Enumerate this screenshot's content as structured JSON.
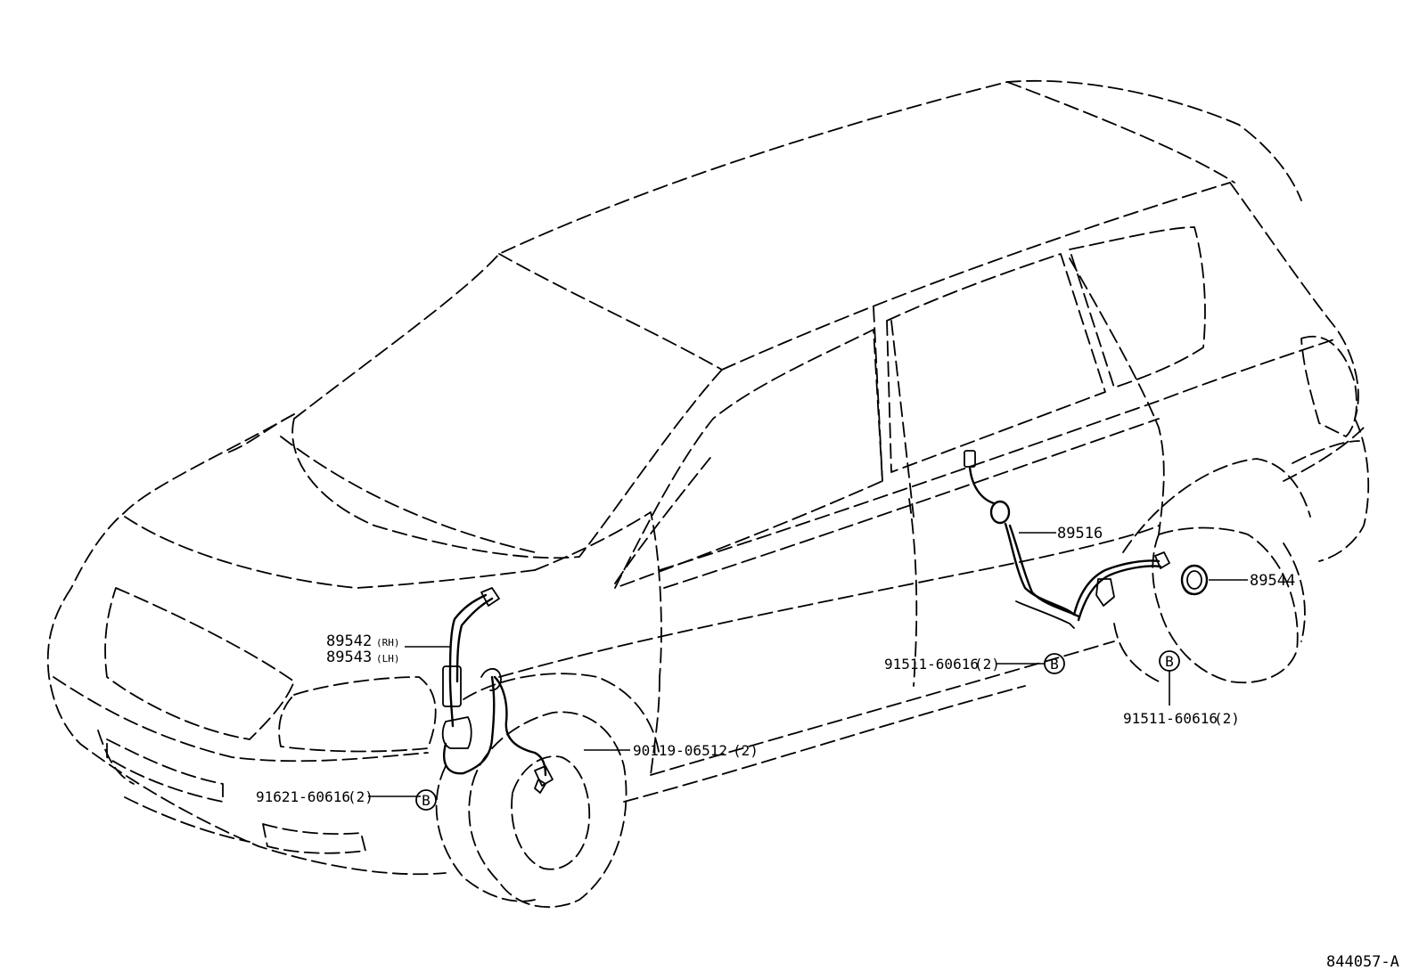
{
  "diagram": {
    "figure_number": "844057-A",
    "callouts": [
      {
        "id": "c1",
        "part": "89542",
        "qualifier": "(RH)"
      },
      {
        "id": "c2",
        "part": "89543",
        "qualifier": "(LH)"
      },
      {
        "id": "c3",
        "part": "89516",
        "qualifier": ""
      },
      {
        "id": "c4",
        "part": "89544",
        "qualifier": ""
      },
      {
        "id": "c5",
        "part": "90119-06512",
        "qualifier": "(2)"
      },
      {
        "id": "c6",
        "part": "91621-60616",
        "qualifier": "(2)"
      },
      {
        "id": "c7",
        "part": "91511-60616",
        "qualifier": "(2)"
      },
      {
        "id": "c8",
        "part": "91511-60616",
        "qualifier": "(2)"
      }
    ],
    "bolt_marker_letter": "B"
  }
}
